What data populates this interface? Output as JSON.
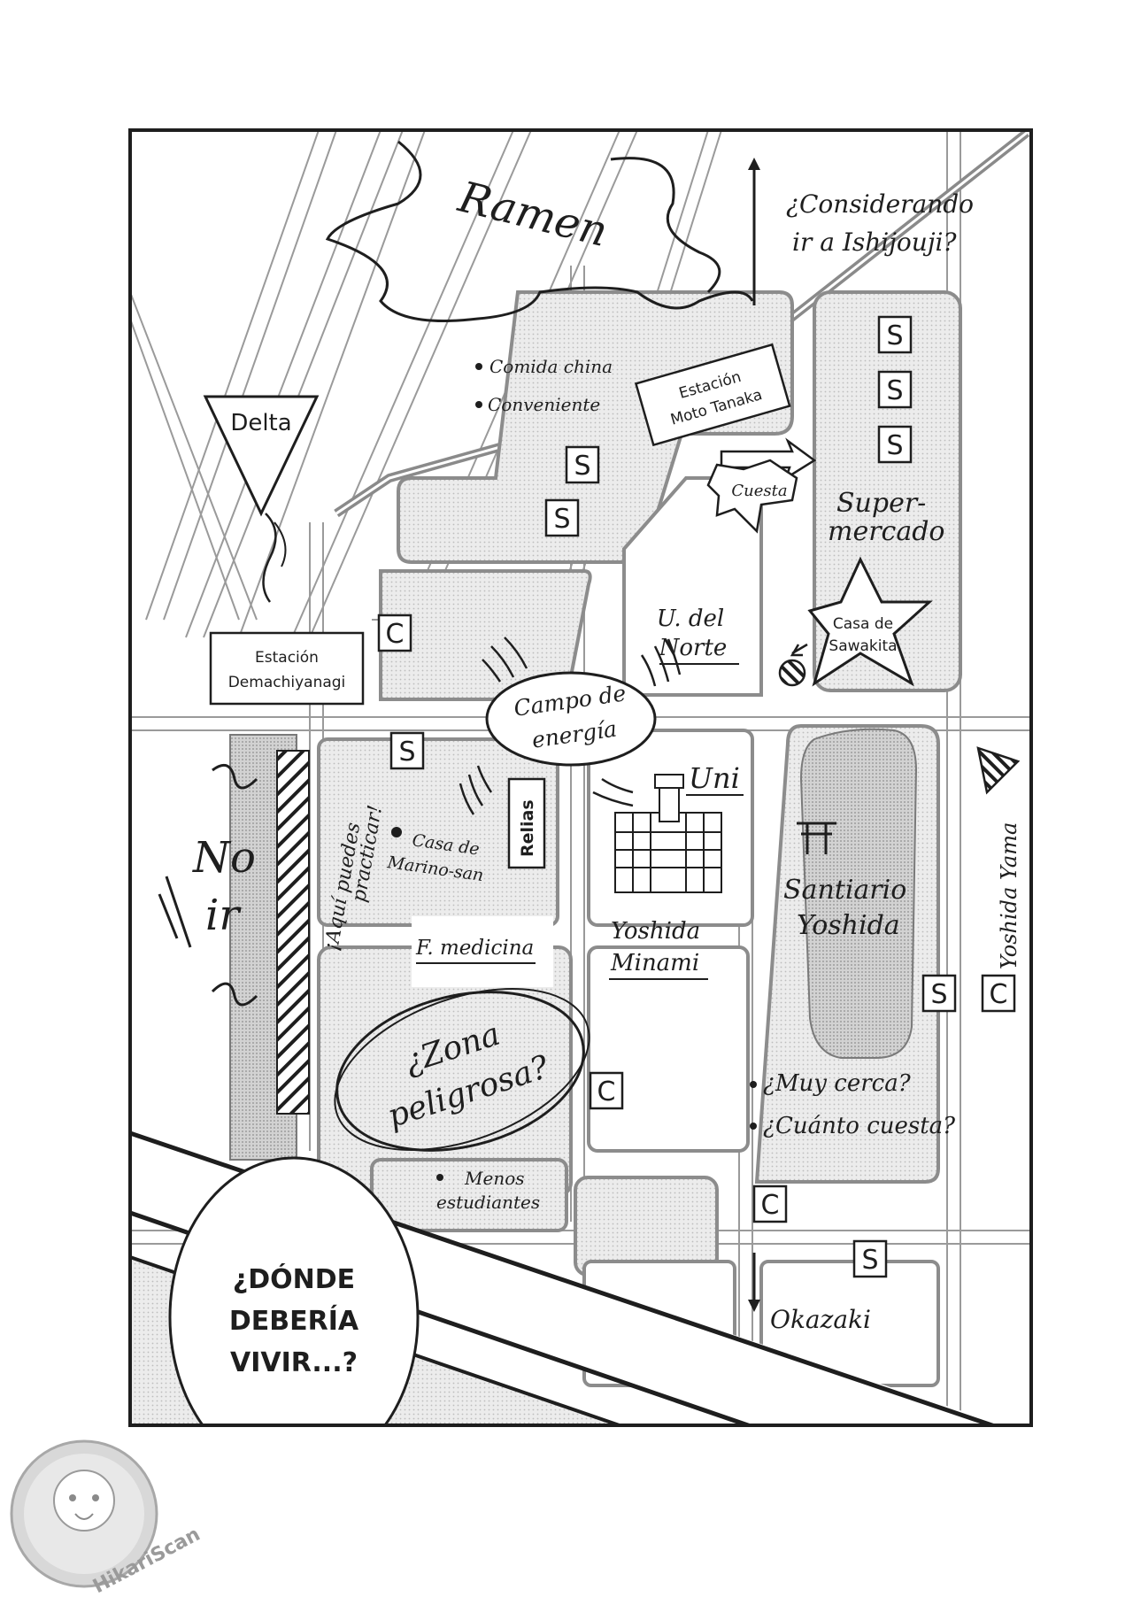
{
  "colors": {
    "ink": "#1e1e1e",
    "paper": "#ffffff",
    "block": "#e3e3e3",
    "block_dark": "#c9c9c9",
    "road_line": "#8a8a8a"
  },
  "labels": {
    "ramen": "Ramen",
    "ishijouji_1": "¿Considerando",
    "ishijouji_2": "ir a Ishijouji?",
    "comida_china": "Comida china",
    "conveniente": "Conveniente",
    "estacion_moto_1": "Estación",
    "estacion_moto_2": "Moto Tanaka",
    "delta": "Delta",
    "cuesta": "Cuesta",
    "supermercado_1": "Super-",
    "supermercado_2": "mercado",
    "casa_sawakita_1": "Casa de",
    "casa_sawakita_2": "Sawakita",
    "estacion_demachi_1": "Estación",
    "estacion_demachi_2": "Demachiyanagi",
    "u_norte_1": "U. del",
    "u_norte_2": "Norte",
    "campo_1": "Campo de",
    "campo_2": "energía",
    "uni": "Uni",
    "relias": "Relias",
    "practicar_1": "¡Aquí puedes",
    "practicar_2": "practicar!",
    "casa_marino_1": "Casa de",
    "casa_marino_2": "Marino-san",
    "no": "No",
    "ir": "ir",
    "santuario_1": "Santiario",
    "santuario_2": "Yoshida",
    "yoshida_yama": "Yoshida Yama",
    "f_medicina": "F. medicina",
    "yoshida_minami_1": "Yoshida",
    "yoshida_minami_2": "Minami",
    "zona_1": "¿Zona",
    "zona_2": "peligrosa?",
    "muy_cerca": "¿Muy cerca?",
    "cuanto_cuesta": "¿Cuánto cuesta?",
    "menos_1": "Menos",
    "menos_2": "estudiantes",
    "okazaki": "Okazaki"
  },
  "markers": {
    "supermarket_letter": "S",
    "convenience_letter": "C",
    "shrine_symbol": "⛩"
  },
  "bubble": {
    "line1": "¿DÓNDE",
    "line2": "DEBERÍA",
    "line3": "VIVIR...?"
  },
  "watermark": {
    "text": "HikariScan"
  }
}
